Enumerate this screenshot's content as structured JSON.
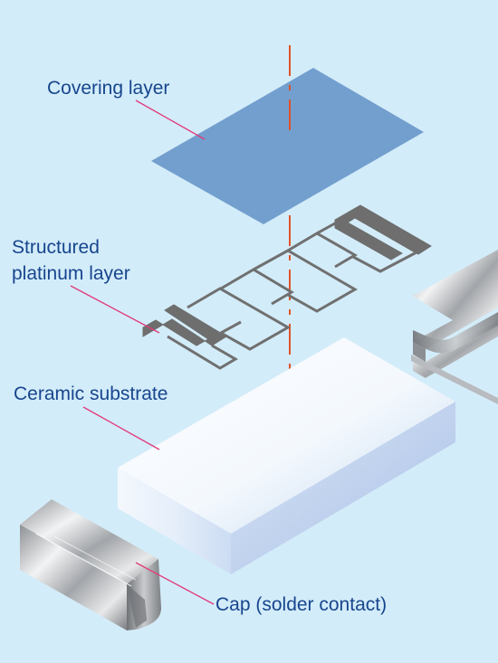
{
  "labels": {
    "covering_layer": "Covering layer",
    "platinum_layer_line1": "Structured",
    "platinum_layer_line2": "platinum layer",
    "ceramic_substrate": "Ceramic substrate",
    "cap": "Cap (solder contact)"
  },
  "colors": {
    "background": "#d3ecf9",
    "label_text": "#17468e",
    "leader_lines": "#e2397a",
    "axis_line": "#e0522a",
    "covering_layer": "#729fce",
    "platinum_pattern": "#6e6e6e",
    "substrate": "#ffffff",
    "cap_metal": "#b4b7bb"
  },
  "icons": {
    "covering_layer": "covering-layer-plate",
    "platinum_layer": "meander-resistor-pattern",
    "ceramic_substrate": "ceramic-block",
    "cap": "metal-cap"
  }
}
